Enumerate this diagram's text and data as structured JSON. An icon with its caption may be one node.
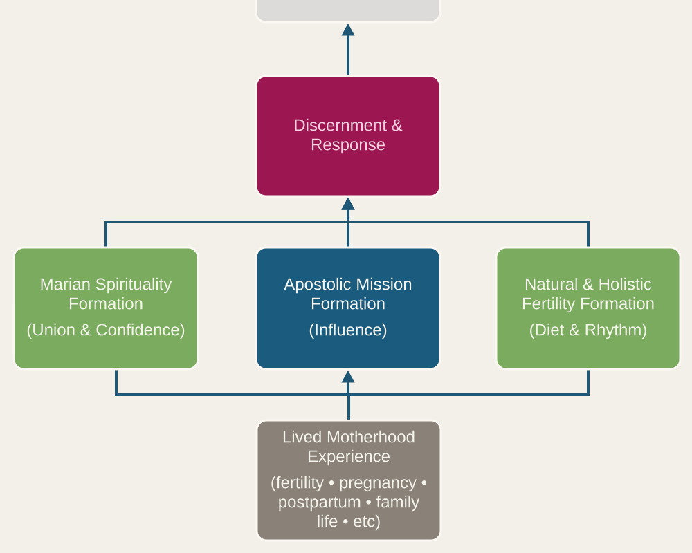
{
  "diagram": {
    "nodes": [
      {
        "text": [],
        "shape": "box"
      },
      {
        "text": [
          "Discernment & Response"
        ]
      },
      {
        "text": [
          "Marian Spirituality Formation",
          "(Union & Confidence)"
        ]
      },
      {
        "text": [
          "Apostolic Mission Formation",
          "(Influence)"
        ]
      },
      {
        "text": [
          "Natural & Holistic Fertility Formation",
          "(Diet & Rhythm)"
        ]
      },
      {
        "text": [
          "Lived Motherhood Experience",
          "(fertility • pregnancy • postpartum • family life • etc)"
        ]
      }
    ],
    "edges": [
      {
        "from": 1,
        "to": 0,
        "arrow": "to"
      },
      {
        "from": 2,
        "to": 1,
        "arrow": "to"
      },
      {
        "from": 3,
        "to": 1,
        "arrow": "to"
      },
      {
        "from": 4,
        "to": 1,
        "arrow": "to"
      },
      {
        "from": 5,
        "to": 2,
        "arrow": "none"
      },
      {
        "from": 5,
        "to": 3,
        "arrow": "to"
      },
      {
        "from": 5,
        "to": 4,
        "arrow": "none"
      }
    ]
  }
}
